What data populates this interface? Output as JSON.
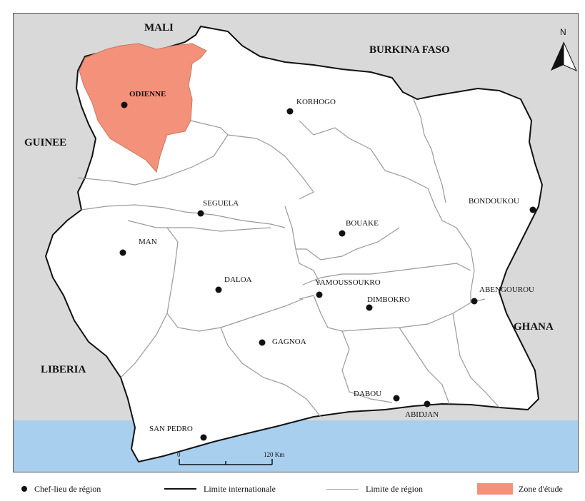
{
  "map": {
    "countries": {
      "mali": "MALI",
      "burkina": "BURKINA FASO",
      "guinee": "GUINEE",
      "liberia": "LIBERIA",
      "ghana": "GHANA"
    },
    "north_label": "N",
    "cities": {
      "odienne": "ODIENNE",
      "korhogo": "KORHOGO",
      "seguela": "SEGUELA",
      "bondoukou": "BONDOUKOU",
      "bouake": "BOUAKE",
      "man": "MAN",
      "daloa": "DALOA",
      "yamoussoukro": "YAMOUSSOUKRO",
      "dimbokro": "DIMBOKRO",
      "abengourou": "ABENGOUROU",
      "gagnoa": "GAGNOA",
      "dabou": "DABOU",
      "abidjan": "ABIDJAN",
      "san_pedro": "SAN PEDRO"
    },
    "scale": {
      "start": "0",
      "end": "120 Km"
    },
    "colors": {
      "study_zone": "#f4917a",
      "ocean": "#a9cfee",
      "neighbors": "#d9d9d9",
      "land": "#ffffff"
    }
  },
  "legend": {
    "capital": "Chef-lieu de région",
    "international": "Limite internationale",
    "region": "Limite de région",
    "study_zone": "Zone d'étude"
  }
}
